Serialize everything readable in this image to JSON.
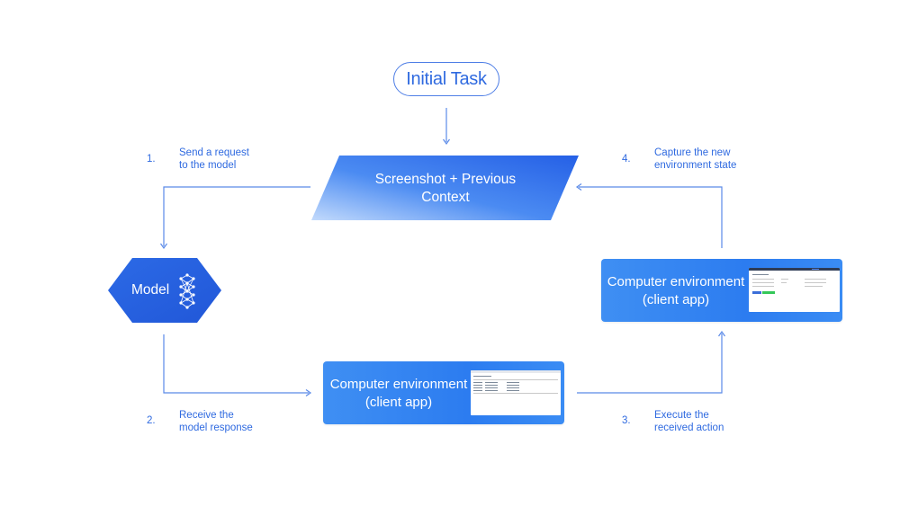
{
  "initial_task": "Initial Task",
  "screenshot_context": {
    "line1": "Screenshot + Previous",
    "line2": "Context"
  },
  "model": {
    "label": "Model",
    "icon": "neural-network-icon"
  },
  "env_bottom": {
    "line1": "Computer environment",
    "line2": "(client app)"
  },
  "env_right": {
    "line1": "Computer environment",
    "line2": "(client app)"
  },
  "steps": [
    {
      "num": "1.",
      "line1": "Send a request",
      "line2": "to the model"
    },
    {
      "num": "2.",
      "line1": "Receive the",
      "line2": "model response"
    },
    {
      "num": "3.",
      "line1": "Execute the",
      "line2": "received action"
    },
    {
      "num": "4.",
      "line1": "Capture the new",
      "line2": "environment state"
    }
  ],
  "colors": {
    "accent": "#2f6ae0",
    "connector": "#5b8ae8",
    "box_gradient_start": "#b8d2fb",
    "box_gradient_end": "#2563eb"
  }
}
